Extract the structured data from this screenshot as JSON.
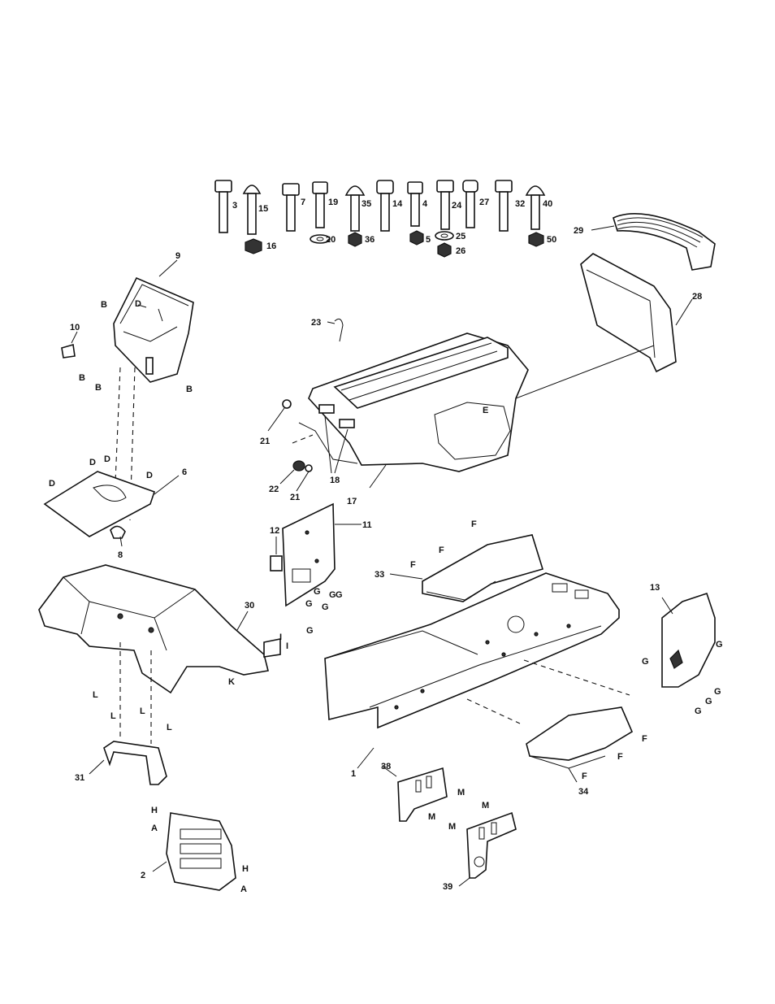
{
  "labels": {
    "p1": "1",
    "p2": "2",
    "p3": "3",
    "p4": "4",
    "p5": "5",
    "p6": "6",
    "p7": "7",
    "p8": "8",
    "p9": "9",
    "p10": "10",
    "p11": "11",
    "p12": "12",
    "p13": "13",
    "p14": "14",
    "p15": "15",
    "p16": "16",
    "p17": "17",
    "p18": "18",
    "p19": "19",
    "p20": "20",
    "p21a": "21",
    "p21b": "21",
    "p22": "22",
    "p23": "23",
    "p24": "24",
    "p25": "25",
    "p26": "26",
    "p27": "27",
    "p28": "28",
    "p29": "29",
    "p30": "30",
    "p31": "31",
    "p32": "32",
    "p33": "33",
    "p34": "34",
    "p35": "35",
    "p36": "36",
    "p38": "38",
    "p39": "39",
    "p40": "40",
    "p50": "50"
  },
  "refs": {
    "A": "A",
    "B": "B",
    "D": "D",
    "E": "E",
    "F": "F",
    "G": "G",
    "H": "H",
    "I": "I",
    "K": "K",
    "L": "L",
    "M": "M"
  }
}
